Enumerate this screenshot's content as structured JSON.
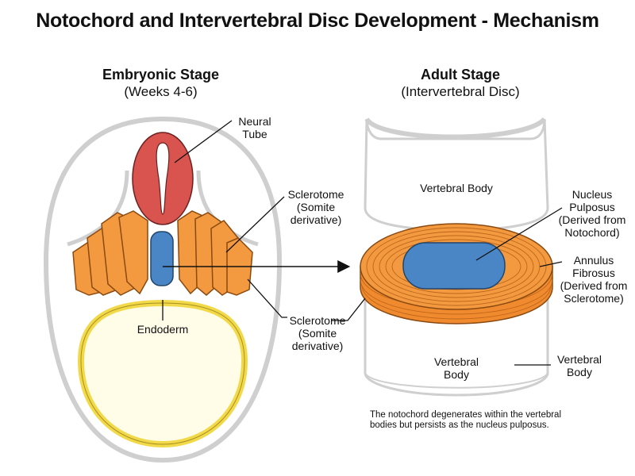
{
  "title": "Notochord and Intervertebral Disc Development - Mechanism",
  "embryonic": {
    "title": "Embryonic Stage",
    "subtitle": "(Weeks 4-6)",
    "labels": {
      "neural_tube": [
        "Neural",
        "Tube"
      ],
      "sclerotome_upper": [
        "Sclerotome",
        "(Somite",
        "derivative)"
      ],
      "sclerotome_lower": [
        "Sclerotome",
        "(Somite",
        "derivative)"
      ],
      "endoderm": "Endoderm"
    }
  },
  "adult": {
    "title": "Adult Stage",
    "subtitle": "(Intervertebral Disc)",
    "labels": {
      "vertebral_body_top": "Vertebral Body",
      "vertebral_body_bottom": [
        "Vertebral",
        "Body"
      ],
      "vertebral_body_side": [
        "Vertebral",
        "Body"
      ],
      "nucleus_pulposus": [
        "Nucleus",
        "Pulposus",
        "(Derived from",
        "Notochord)"
      ],
      "annulus_fibrosus": [
        "Annulus",
        "Fibrosus",
        "(Derived from",
        "Sclerotome)"
      ]
    },
    "caption": "The notochord degenerates within the vertebral bodies but persists as the nucleus pulposus."
  },
  "colors": {
    "neural_tube": "#d9534f",
    "notochord": "#4a86c5",
    "sclerotome": "#f39a40",
    "endoderm": "#f5dc55",
    "outline": "#c8c8c8",
    "annulus": "#f08a2e",
    "nucleus": "#4a86c5"
  }
}
